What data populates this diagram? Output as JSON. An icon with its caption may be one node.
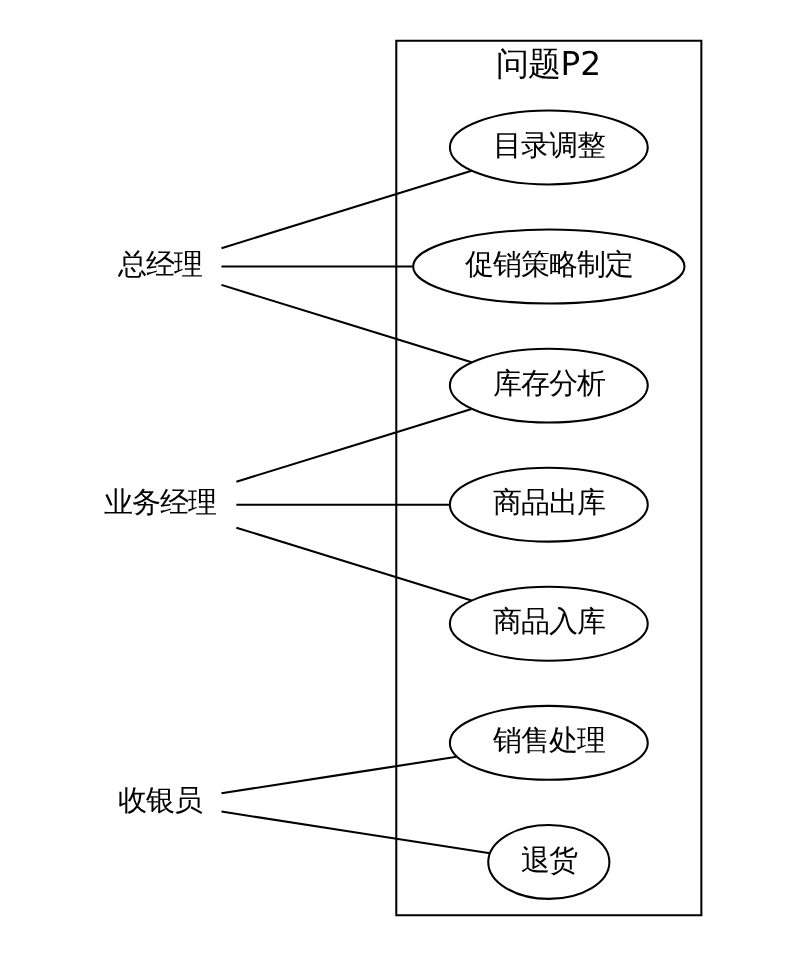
{
  "diagram": {
    "nodes": [
      {
        "text": [
          "问题P2"
        ]
      },
      {
        "text": [
          "目录调整"
        ],
        "in": 0
      },
      {
        "text": [
          "促销策略制定"
        ],
        "in": 0
      },
      {
        "text": [
          "库存分析"
        ],
        "in": 0
      },
      {
        "text": [
          "商品出库"
        ],
        "in": 0
      },
      {
        "text": [
          "商品入库"
        ],
        "in": 0
      },
      {
        "text": [
          "销售处理"
        ],
        "in": 0
      },
      {
        "text": [
          "退货"
        ],
        "in": 0
      },
      {
        "text": [
          "总经理"
        ]
      },
      {
        "text": [
          "业务经理"
        ]
      },
      {
        "text": [
          "收银员"
        ]
      }
    ],
    "edges": [
      {
        "from": 8,
        "to": 1,
        "arrow": "none"
      },
      {
        "from": 8,
        "to": 2,
        "arrow": "none"
      },
      {
        "from": 8,
        "to": 3,
        "arrow": "none"
      },
      {
        "from": 9,
        "to": 3,
        "arrow": "none"
      },
      {
        "from": 9,
        "to": 4,
        "arrow": "none"
      },
      {
        "from": 9,
        "to": 5,
        "arrow": "none"
      },
      {
        "from": 10,
        "to": 6,
        "arrow": "none"
      },
      {
        "from": 10,
        "to": 7,
        "arrow": "none"
      }
    ]
  }
}
